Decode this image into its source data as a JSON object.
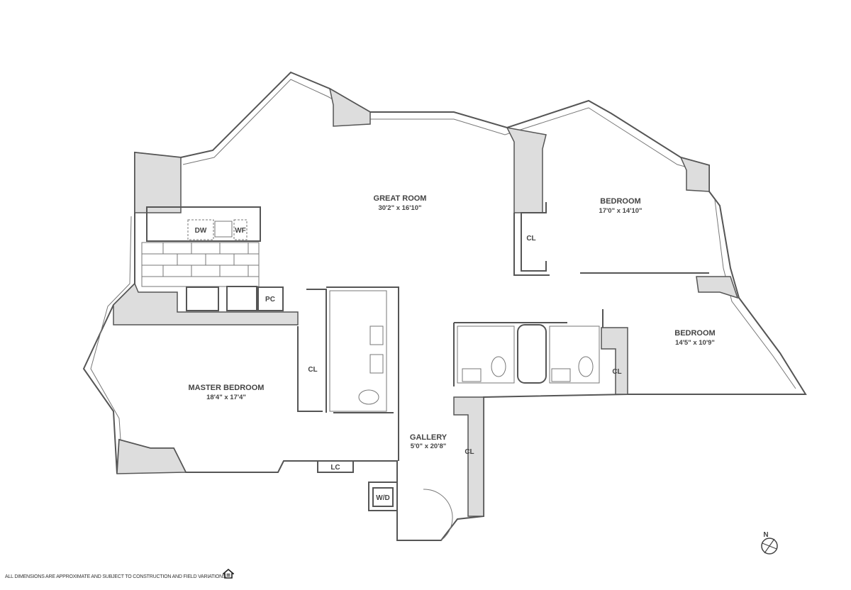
{
  "rooms": {
    "great_room": {
      "name": "GREAT ROOM",
      "dims": "30'2\" x 16'10\""
    },
    "bedroom_1": {
      "name": "BEDROOM",
      "dims": "17'0\" x 14'10\""
    },
    "bedroom_2": {
      "name": "BEDROOM",
      "dims": "14'5\" x 10'9\""
    },
    "master_bedroom": {
      "name": "MASTER BEDROOM",
      "dims": "18'4\" x 17'4\""
    },
    "gallery": {
      "name": "GALLERY",
      "dims": "5'0\" x 20'8\""
    }
  },
  "fixtures": {
    "closet": "CL",
    "dishwasher": "DW",
    "water_filter": "WF",
    "pantry_closet": "PC",
    "linen_closet": "LC",
    "washer_dryer": "W/D"
  },
  "compass": {
    "north": "N"
  },
  "footer": {
    "disclaimer": "ALL DIMENSIONS ARE APPROXIMATE AND SUBJECT TO CONSTRUCTION AND FIELD VARIATIONS.",
    "logo": "EQUAL HOUSING OPPORTUNITY"
  },
  "colors": {
    "wall_fill": "#dddddd",
    "line": "#555555"
  }
}
